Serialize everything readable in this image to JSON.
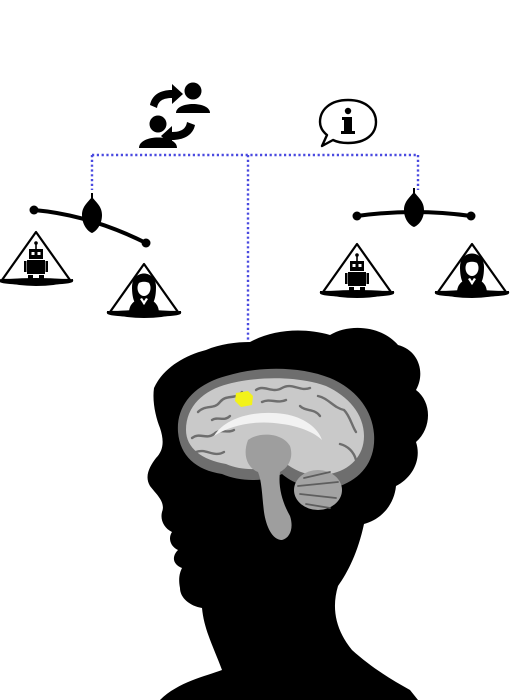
{
  "diagram": {
    "top_icons": [
      {
        "id": "exchange",
        "icon": "user-exchange-icon"
      },
      {
        "id": "info",
        "icon": "info-speech-bubble-icon",
        "glyph": "i"
      }
    ],
    "balances": [
      {
        "id": "left",
        "state": "tilted",
        "heavier_pan": "right",
        "pans": [
          {
            "side": "left",
            "figure": "robot-icon"
          },
          {
            "side": "right",
            "figure": "woman-avatar-icon"
          }
        ]
      },
      {
        "id": "right",
        "state": "level",
        "pans": [
          {
            "side": "left",
            "figure": "robot-icon"
          },
          {
            "side": "right",
            "figure": "woman-avatar-icon"
          }
        ]
      }
    ],
    "connector_style": "dotted",
    "head": {
      "icon": "head-silhouette-icon",
      "brain": "sagittal-brain-slice"
    },
    "highlight": {
      "region": "brain-activation-spot"
    }
  },
  "colors": {
    "connector": "#4a4ae0",
    "silhouette": "#000000",
    "highlight": "#f2f21a",
    "brain_light": "#c9c9c9",
    "brain_dark": "#6e6e6e"
  }
}
